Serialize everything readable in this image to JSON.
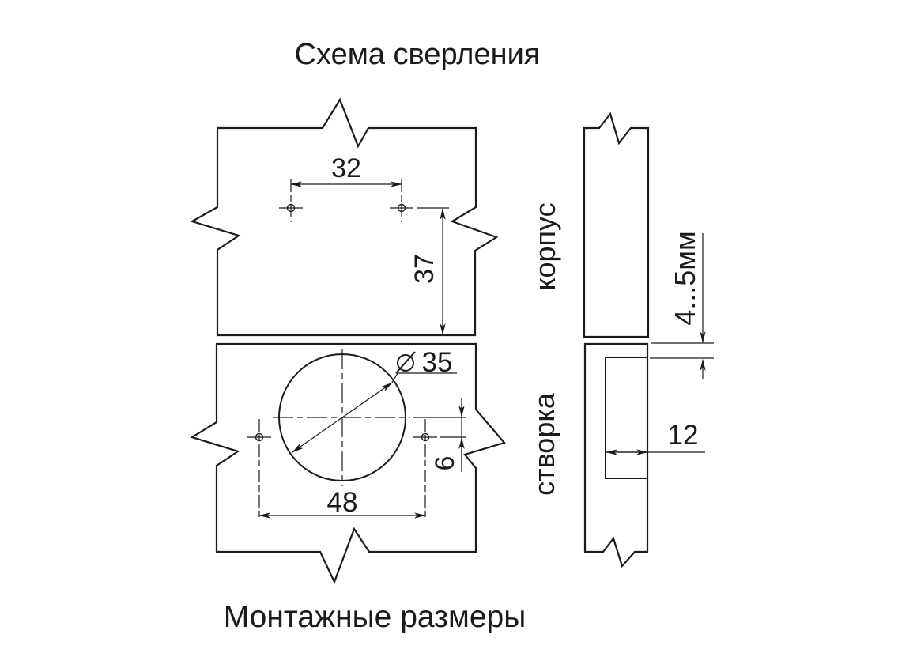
{
  "title": "Схема сверления",
  "caption": "Монтажные размеры",
  "colors": {
    "line": "#1b1b1b",
    "background": "#ffffff"
  },
  "front_view": {
    "body_panel": {
      "hole_spacing": "32",
      "hole_to_edge": "37"
    },
    "door_panel": {
      "diameter_symbol": "⌀",
      "cup_diameter": "35",
      "hole_spacing": "48",
      "cup_center_to_hole_line": "6"
    }
  },
  "side_view": {
    "body_label": "корпус",
    "door_label": "створка",
    "overlay_gap": "4...5мм",
    "cup_depth": "12"
  }
}
